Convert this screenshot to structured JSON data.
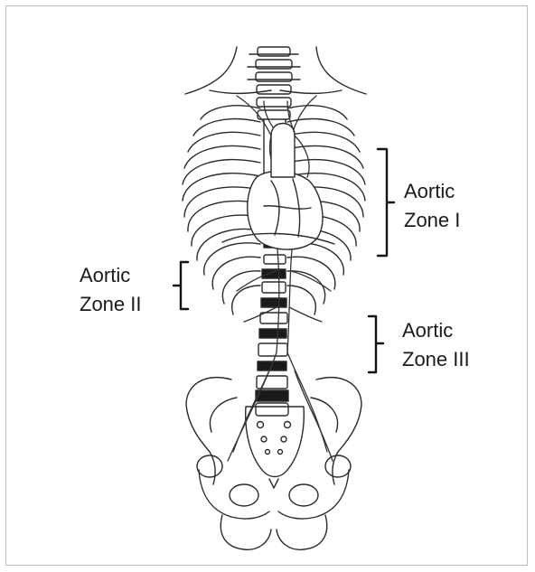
{
  "zones": [
    {
      "line1": "Aortic",
      "line2": "Zone I"
    },
    {
      "line1": "Aortic",
      "line2": "Zone II"
    },
    {
      "line1": "Aortic",
      "line2": "Zone III"
    }
  ]
}
